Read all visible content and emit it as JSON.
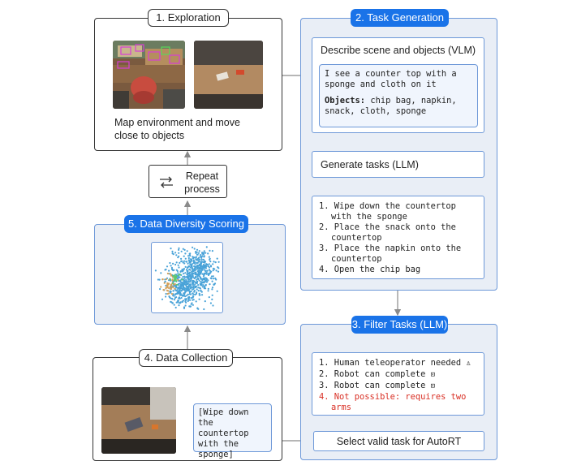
{
  "exploration": {
    "title": "1. Exploration",
    "caption": "Map environment and move close to objects"
  },
  "repeat": {
    "label": "Repeat process"
  },
  "diversity": {
    "title": "5. Data Diversity Scoring"
  },
  "collection": {
    "title": "4. Data Collection",
    "task_text": "[Wipe down the countertop with the sponge]"
  },
  "task_generation": {
    "title": "2. Task Generation",
    "vlm_label": "Describe scene and objects (VLM)",
    "vlm_output": "I see a counter top with a sponge and cloth on it",
    "objects_label": "Objects:",
    "objects_list": "chip bag, napkin, snack, cloth, sponge",
    "llm_label": "Generate tasks (LLM)",
    "tasks": [
      "1. Wipe down the countertop with the sponge",
      "2. Place the snack onto the countertop",
      "3. Place the napkin onto the countertop",
      "4. Open the chip bag"
    ]
  },
  "filter": {
    "title": "3. Filter Tasks (LLM)",
    "items": [
      {
        "text": "1. Human teleoperator needed",
        "icon": "person-icon"
      },
      {
        "text": "2. Robot can complete",
        "icon": "robot-icon"
      },
      {
        "text": "3. Robot can complete",
        "icon": "robot-icon"
      },
      {
        "text": "4. Not possible: requires two arms",
        "icon": ""
      }
    ],
    "select_label": "Select valid task for AutoRT"
  },
  "colors": {
    "accent_blue": "#1a73e8",
    "panel_blue": "#e9eef6",
    "border_blue": "#6d98d8",
    "error_red": "#d93025",
    "scatter_blue": "#4aa3d8",
    "scatter_orange": "#d4a15a",
    "scatter_green": "#5cc96b"
  }
}
